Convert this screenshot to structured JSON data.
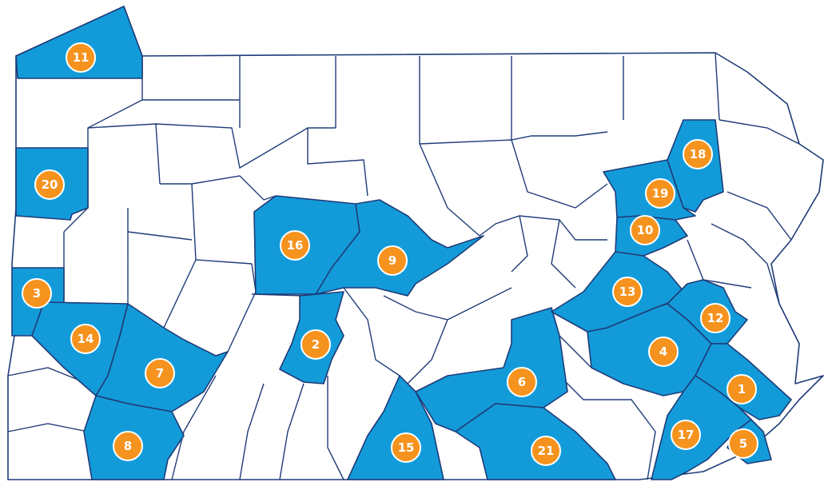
{
  "colors": {
    "highlight": "#139bd9",
    "border": "#1f3b78",
    "marker": "#f5931e",
    "marker_text": "#ffffff"
  },
  "markers": [
    {
      "label": "11"
    },
    {
      "label": "20"
    },
    {
      "label": "3"
    },
    {
      "label": "14"
    },
    {
      "label": "7"
    },
    {
      "label": "8"
    },
    {
      "label": "16"
    },
    {
      "label": "9"
    },
    {
      "label": "2"
    },
    {
      "label": "15"
    },
    {
      "label": "6"
    },
    {
      "label": "21"
    },
    {
      "label": "18"
    },
    {
      "label": "19"
    },
    {
      "label": "10"
    },
    {
      "label": "13"
    },
    {
      "label": "12"
    },
    {
      "label": "4"
    },
    {
      "label": "1"
    },
    {
      "label": "17"
    },
    {
      "label": "5"
    }
  ]
}
